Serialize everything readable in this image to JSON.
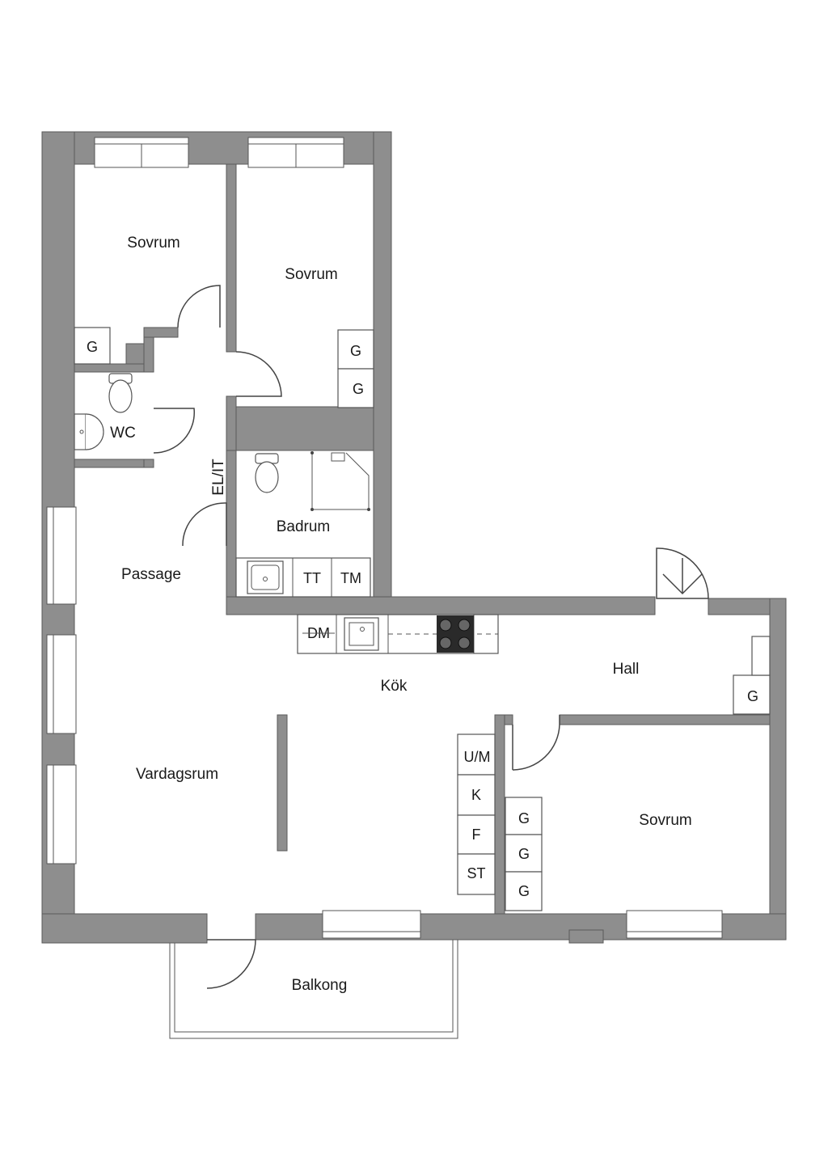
{
  "rooms": {
    "sovrum_1": "Sovrum",
    "sovrum_2": "Sovrum",
    "sovrum_3": "Sovrum",
    "wc": "WC",
    "badrum": "Badrum",
    "passage": "Passage",
    "kok": "Kök",
    "hall": "Hall",
    "vardagsrum": "Vardagsrum",
    "balkong": "Balkong",
    "el_it": "EL/IT"
  },
  "cabinets": {
    "g": "G",
    "tt": "TT",
    "tm": "TM",
    "dm": "DM",
    "um": "U/M",
    "k": "K",
    "f": "F",
    "st": "ST"
  }
}
